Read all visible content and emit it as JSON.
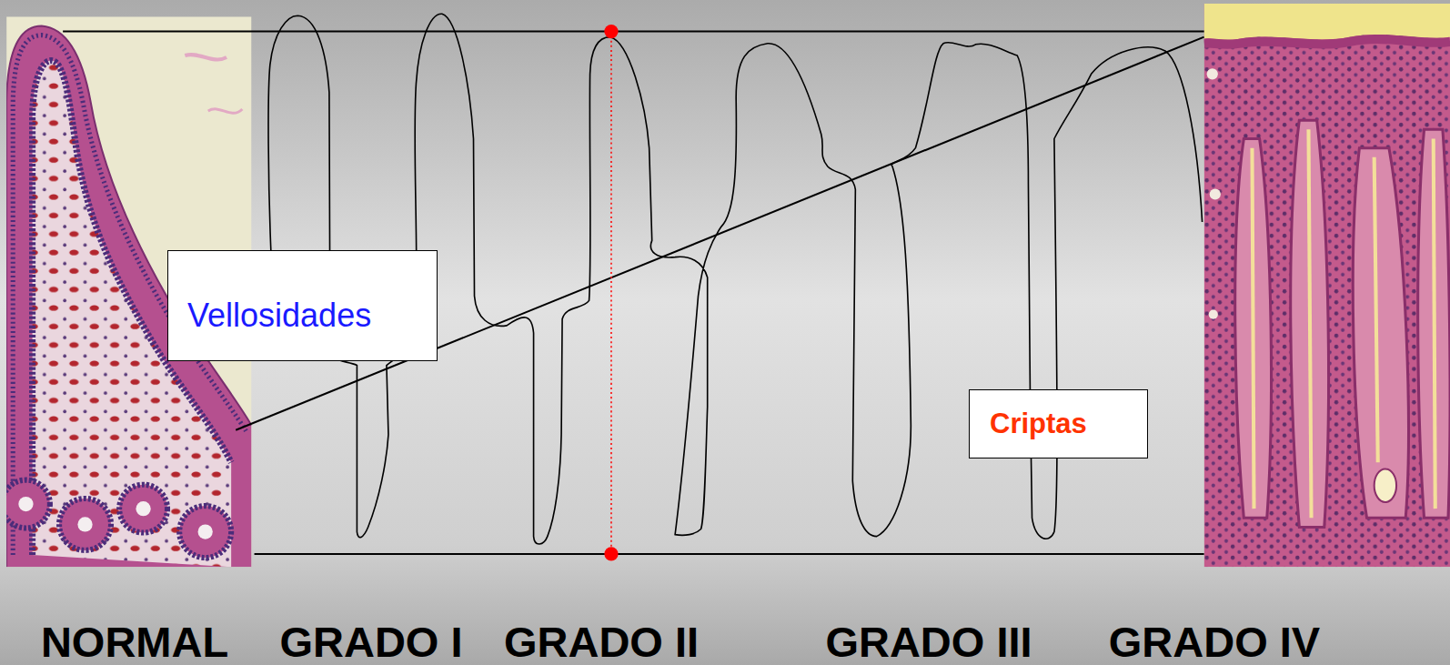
{
  "diagram": {
    "nodes": [
      {
        "text": [
          "Vellosidades"
        ]
      },
      {
        "text": [
          "Criptas"
        ]
      }
    ],
    "labels": [
      "NORMAL",
      "GRADO I",
      "GRADO II",
      "GRADO III",
      "GRADO IV"
    ]
  }
}
